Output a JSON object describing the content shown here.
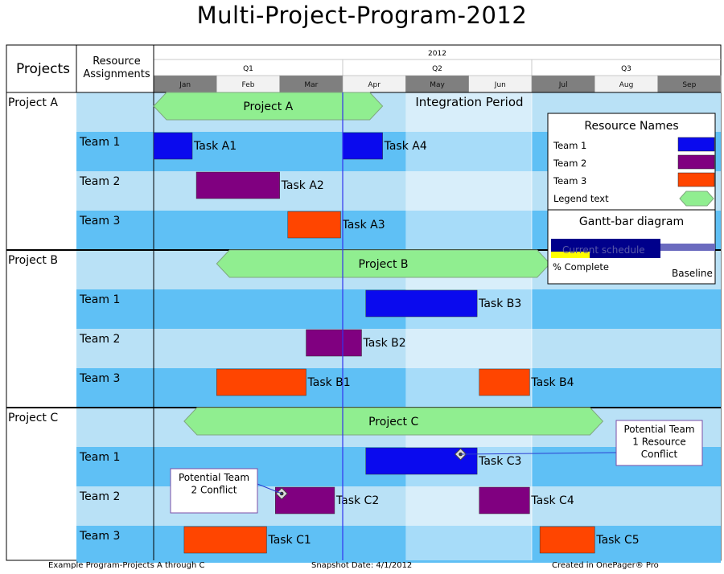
{
  "title": "Multi-Project-Program-2012",
  "chart_data": {
    "type": "gantt",
    "title": "Multi-Project-Program-2012",
    "year": "2012",
    "quarters": [
      "Q1",
      "Q2",
      "Q3"
    ],
    "months": [
      "Jan",
      "Feb",
      "Mar",
      "Apr",
      "May",
      "Jun",
      "Jul",
      "Aug",
      "Sep"
    ],
    "column_headers": {
      "projects": "Projects",
      "resources": "Resource Assignments"
    },
    "snapshot_date": "2012-04-01",
    "shaded_period": {
      "label": "Integration Period",
      "start": "2012-05-01",
      "end": "2012-07-01"
    },
    "team_colors": {
      "Team 1": "#0a0aee",
      "Team 2": "#800080",
      "Team 3": "#ff4500"
    },
    "summary_color": "#90ee90",
    "projects": [
      {
        "name": "Project A",
        "summary": {
          "label": "Project A",
          "start": "2012-01-01",
          "end": "2012-04-20"
        },
        "teams": [
          {
            "name": "Team 1",
            "tasks": [
              {
                "label": "Task A1",
                "start": "2012-01-01",
                "end": "2012-01-20"
              },
              {
                "label": "Task A4",
                "start": "2012-04-01",
                "end": "2012-04-20"
              }
            ]
          },
          {
            "name": "Team 2",
            "tasks": [
              {
                "label": "Task A2",
                "start": "2012-01-22",
                "end": "2012-03-01"
              }
            ]
          },
          {
            "name": "Team 3",
            "tasks": [
              {
                "label": "Task A3",
                "start": "2012-03-05",
                "end": "2012-03-31"
              }
            ]
          }
        ]
      },
      {
        "name": "Project B",
        "summary": {
          "label": "Project B",
          "start": "2012-02-01",
          "end": "2012-07-10"
        },
        "teams": [
          {
            "name": "Team 1",
            "tasks": [
              {
                "label": "Task B3",
                "start": "2012-04-12",
                "end": "2012-06-05"
              }
            ]
          },
          {
            "name": "Team 2",
            "tasks": [
              {
                "label": "Task B2",
                "start": "2012-03-14",
                "end": "2012-04-10"
              }
            ]
          },
          {
            "name": "Team 3",
            "tasks": [
              {
                "label": "Task B1",
                "start": "2012-02-01",
                "end": "2012-03-14"
              },
              {
                "label": "Task B4",
                "start": "2012-06-06",
                "end": "2012-06-30"
              }
            ]
          }
        ]
      },
      {
        "name": "Project C",
        "summary": {
          "label": "Project C",
          "start": "2012-01-16",
          "end": "2012-08-05"
        },
        "teams": [
          {
            "name": "Team 1",
            "tasks": [
              {
                "label": "Task C3",
                "start": "2012-04-12",
                "end": "2012-06-05"
              }
            ]
          },
          {
            "name": "Team 2",
            "tasks": [
              {
                "label": "Task C2",
                "start": "2012-02-28",
                "end": "2012-03-28"
              },
              {
                "label": "Task C4",
                "start": "2012-06-06",
                "end": "2012-06-30"
              }
            ]
          },
          {
            "name": "Team 3",
            "tasks": [
              {
                "label": "Task C1",
                "start": "2012-01-16",
                "end": "2012-02-24"
              },
              {
                "label": "Task C5",
                "start": "2012-07-05",
                "end": "2012-08-01"
              }
            ]
          }
        ]
      }
    ],
    "milestones": [
      {
        "project": "Project C",
        "team": "Team 1",
        "date": "2012-05-28"
      },
      {
        "project": "Project C",
        "team": "Team 2",
        "date": "2012-03-02"
      }
    ],
    "callouts": [
      {
        "lines": [
          "Potential Team",
          "1 Resource",
          "Conflict"
        ]
      },
      {
        "lines": [
          "Potential Team",
          "2 Conflict"
        ]
      }
    ],
    "legend": {
      "title": "Resource Names",
      "items": [
        "Team 1",
        "Team 2",
        "Team 3",
        "Legend text"
      ],
      "gantt_title": "Gantt-bar diagram",
      "current_label": "Current schedule",
      "complete_label": "% Complete",
      "baseline_label": "Baseline"
    }
  },
  "footer": {
    "left": "Example Program-Projects A through C",
    "center": "Snapshot Date: 4/1/2012",
    "right": "Created in OnePager® Pro"
  }
}
